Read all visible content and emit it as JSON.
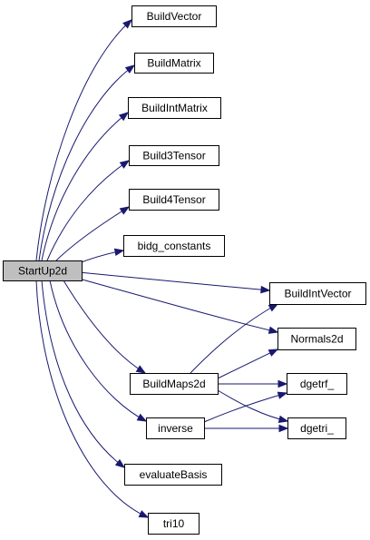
{
  "diagram": {
    "root": "StartUp2d",
    "nodes": [
      {
        "id": "StartUp2d",
        "label": "StartUp2d"
      },
      {
        "id": "BuildVector",
        "label": "BuildVector"
      },
      {
        "id": "BuildMatrix",
        "label": "BuildMatrix"
      },
      {
        "id": "BuildIntMatrix",
        "label": "BuildIntMatrix"
      },
      {
        "id": "Build3Tensor",
        "label": "Build3Tensor"
      },
      {
        "id": "Build4Tensor",
        "label": "Build4Tensor"
      },
      {
        "id": "bidg_constants",
        "label": "bidg_constants"
      },
      {
        "id": "BuildIntVector",
        "label": "BuildIntVector"
      },
      {
        "id": "Normals2d",
        "label": "Normals2d"
      },
      {
        "id": "BuildMaps2d",
        "label": "BuildMaps2d"
      },
      {
        "id": "dgetrf_",
        "label": "dgetrf_"
      },
      {
        "id": "inverse",
        "label": "inverse"
      },
      {
        "id": "dgetri_",
        "label": "dgetri_"
      },
      {
        "id": "evaluateBasis",
        "label": "evaluateBasis"
      },
      {
        "id": "tri10",
        "label": "tri10"
      }
    ],
    "edges": [
      {
        "from": "StartUp2d",
        "to": "BuildVector"
      },
      {
        "from": "StartUp2d",
        "to": "BuildMatrix"
      },
      {
        "from": "StartUp2d",
        "to": "BuildIntMatrix"
      },
      {
        "from": "StartUp2d",
        "to": "Build3Tensor"
      },
      {
        "from": "StartUp2d",
        "to": "Build4Tensor"
      },
      {
        "from": "StartUp2d",
        "to": "bidg_constants"
      },
      {
        "from": "StartUp2d",
        "to": "BuildIntVector"
      },
      {
        "from": "StartUp2d",
        "to": "Normals2d"
      },
      {
        "from": "StartUp2d",
        "to": "BuildMaps2d"
      },
      {
        "from": "StartUp2d",
        "to": "inverse"
      },
      {
        "from": "StartUp2d",
        "to": "evaluateBasis"
      },
      {
        "from": "StartUp2d",
        "to": "tri10"
      },
      {
        "from": "BuildMaps2d",
        "to": "BuildIntVector"
      },
      {
        "from": "BuildMaps2d",
        "to": "Normals2d"
      },
      {
        "from": "BuildMaps2d",
        "to": "dgetrf_"
      },
      {
        "from": "BuildMaps2d",
        "to": "dgetri_"
      },
      {
        "from": "inverse",
        "to": "dgetrf_"
      },
      {
        "from": "inverse",
        "to": "dgetri_"
      }
    ],
    "colors": {
      "edge": "#191970",
      "node_border": "#000000",
      "node_fill": "#ffffff",
      "root_fill": "#bfbfbf"
    }
  }
}
